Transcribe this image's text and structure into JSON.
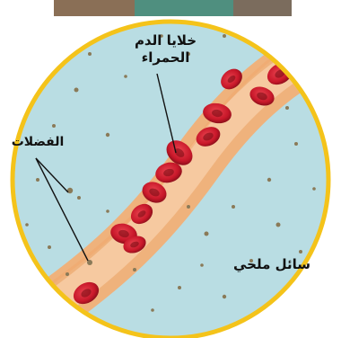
{
  "labels": {
    "red_blood_cells_line1": "خلايا الدم",
    "red_blood_cells_line2": "الحمراء",
    "waste": "الفضلات",
    "saline_fluid": "سائل ملحي"
  },
  "colors": {
    "fluid": "#b9dde3",
    "vessel_wall": "#efb27c",
    "vessel_core": "#f6c9a0",
    "cell": "#c8182a",
    "cell_center": "#7d0d16",
    "waste_dot": "#8a7a58",
    "frame": "#f4c31a"
  }
}
